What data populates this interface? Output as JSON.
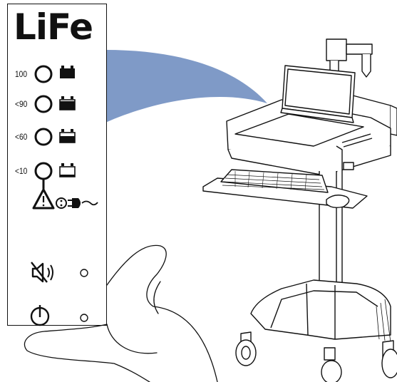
{
  "panel": {
    "brand": "LiFe",
    "battery_levels": [
      {
        "label": "100",
        "icon": "battery-full-icon",
        "fill": 1.0
      },
      {
        "label": "<90",
        "icon": "battery-high-icon",
        "fill": 0.9
      },
      {
        "label": "<60",
        "icon": "battery-mid-icon",
        "fill": 0.6
      },
      {
        "label": "<10",
        "icon": "battery-low-icon",
        "fill": 0.1
      }
    ],
    "warning_icons": [
      "warning-triangle-icon",
      "dc-plug-icon",
      "power-cord-icon"
    ],
    "controls": [
      {
        "name": "mute-button",
        "icon": "speaker-mute-icon"
      },
      {
        "name": "power-button",
        "icon": "power-icon"
      }
    ]
  },
  "colors": {
    "outline": "#111111",
    "arc_fill": "#7f9ac7"
  }
}
